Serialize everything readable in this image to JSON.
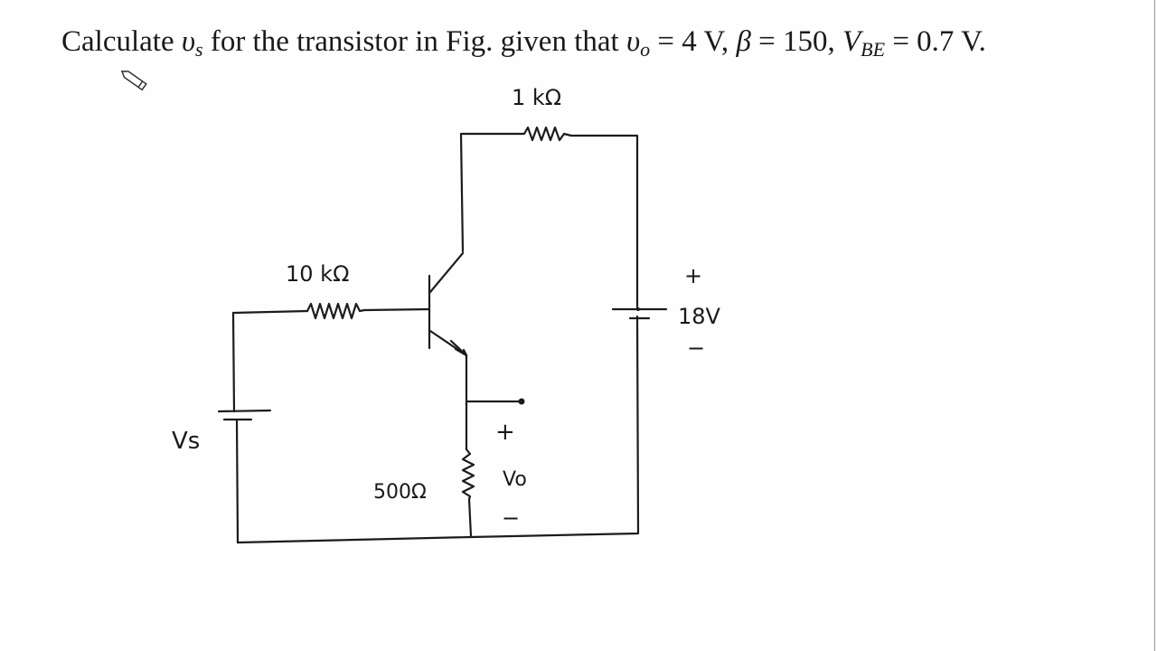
{
  "question": {
    "prefix": "Calculate ",
    "var_vs": "υ",
    "var_vs_sub": "s",
    "middle": " for the transistor in Fig. given that ",
    "var_vo": "υ",
    "var_vo_sub": "o",
    "vo_value": " = 4 V, ",
    "beta_symbol": "β",
    "beta_value": " = 150, ",
    "vbe_var": "V",
    "vbe_sub": "BE",
    "vbe_value": " = 0.7 V."
  },
  "cursor": {
    "icon": "pencil-icon"
  },
  "circuit": {
    "collector_resistor_label": "1 kΩ",
    "base_resistor_label": "10 kΩ",
    "emitter_resistor_label": "500Ω",
    "supply_plus": "+",
    "supply_label": "18V",
    "supply_minus": "−",
    "source_label": "Vs",
    "output_plus": "+",
    "output_label": "Vo",
    "output_minus": "−"
  },
  "colors": {
    "ink": "#1c1c1c",
    "background": "#fefefe"
  }
}
